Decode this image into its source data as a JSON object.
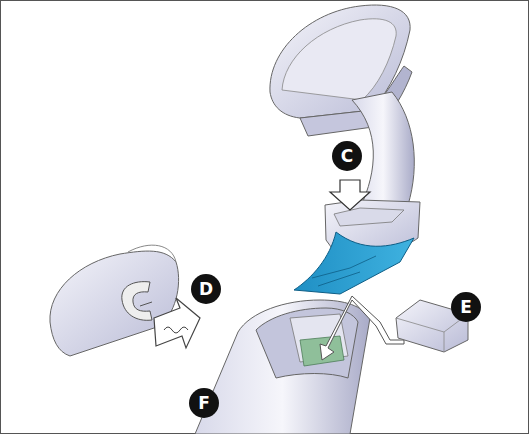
{
  "diagram": {
    "labels": [
      "C",
      "D",
      "E",
      "F"
    ]
  }
}
